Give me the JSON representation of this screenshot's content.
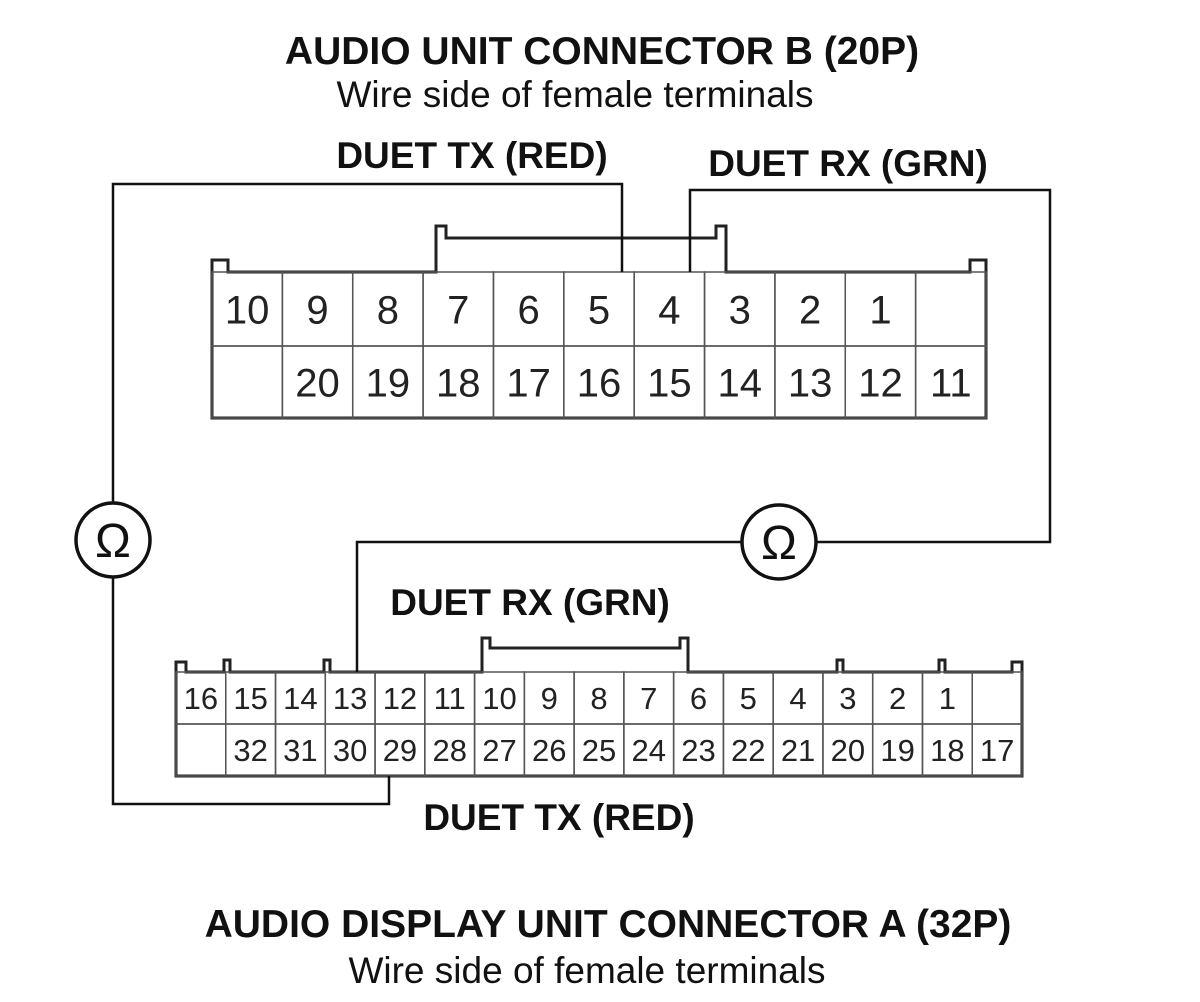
{
  "connector_b": {
    "title": "AUDIO UNIT CONNECTOR B (20P)",
    "subtitle": "Wire side of female terminals",
    "label_tx": "DUET TX (RED)",
    "label_rx": "DUET RX (GRN)",
    "top_row": [
      "10",
      "9",
      "8",
      "7",
      "6",
      "5",
      "4",
      "3",
      "2",
      "1",
      ""
    ],
    "bottom_row": [
      "",
      "20",
      "19",
      "18",
      "17",
      "16",
      "15",
      "14",
      "13",
      "12",
      "11"
    ]
  },
  "connector_a": {
    "title": "AUDIO DISPLAY UNIT CONNECTOR A (32P)",
    "subtitle": "Wire side of female terminals",
    "label_rx": "DUET RX (GRN)",
    "label_tx": "DUET TX (RED)",
    "top_row": [
      "16",
      "15",
      "14",
      "13",
      "12",
      "11",
      "10",
      "9",
      "8",
      "7",
      "6",
      "5",
      "4",
      "3",
      "2",
      "1",
      ""
    ],
    "bottom_row": [
      "",
      "32",
      "31",
      "30",
      "29",
      "28",
      "27",
      "26",
      "25",
      "24",
      "23",
      "22",
      "21",
      "20",
      "19",
      "18",
      "17"
    ]
  },
  "meters": {
    "left_symbol": "Ω",
    "right_symbol": "Ω"
  }
}
